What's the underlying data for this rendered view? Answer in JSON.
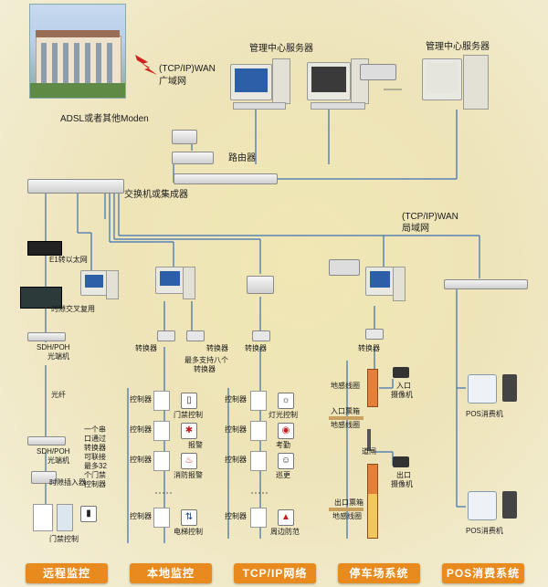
{
  "top": {
    "wan": "(TCP/IP)WAN",
    "wan_sub": "广域网",
    "server_left": "管理中心服务器",
    "server_right": "管理中心服务器",
    "adsl": "ADSL或者其他Moden",
    "router": "路由器",
    "switch": "交换机或集成器",
    "lan": "(TCP/IP)WAN",
    "lan_sub": "局域网"
  },
  "remote": {
    "e1": "E1转以太网",
    "tdm": "时隙交叉复用",
    "sdh1": "SDH/POH",
    "sdh1b": "光端机",
    "fiber": "光纤",
    "sdh2": "SDH/POH",
    "sdh2b": "光端机",
    "slot": "时隙插入器",
    "door": "门禁控制"
  },
  "local": {
    "conv1": "转换器",
    "conv2": "转换器",
    "max8": "最多支持八个",
    "max8b": "转换器",
    "ctrl": "控制器",
    "door_ctrl": "门禁控制",
    "alarm": "报警",
    "fire": "消防报警",
    "elevator": "电梯控制",
    "note": [
      "一个串",
      "口通过",
      "转换器",
      "可联接",
      "最多32",
      "个门禁",
      "控制器"
    ]
  },
  "tcpip": {
    "conv": "转换器",
    "ctrl": "控制器",
    "light": "灯光控制",
    "attend": "考勤",
    "patrol": "巡更",
    "perimeter": "周边防范"
  },
  "parking": {
    "conv": "转换器",
    "loop1": "地感线圈",
    "entry_ticket": "入口票箱",
    "loop2": "地感线圈",
    "entry_cam": "入口",
    "entry_cam_b": "摄像机",
    "gate": "道闸",
    "exit_cam": "出口",
    "exit_cam_b": "摄像机",
    "exit_ticket": "出口票箱",
    "loop3": "地感线圈"
  },
  "pos": {
    "term1": "POS消费机",
    "term2": "POS消费机"
  },
  "tabs": [
    "远程监控",
    "本地监控",
    "TCP/IP网络",
    "停车场系统",
    "POS消费系统"
  ]
}
